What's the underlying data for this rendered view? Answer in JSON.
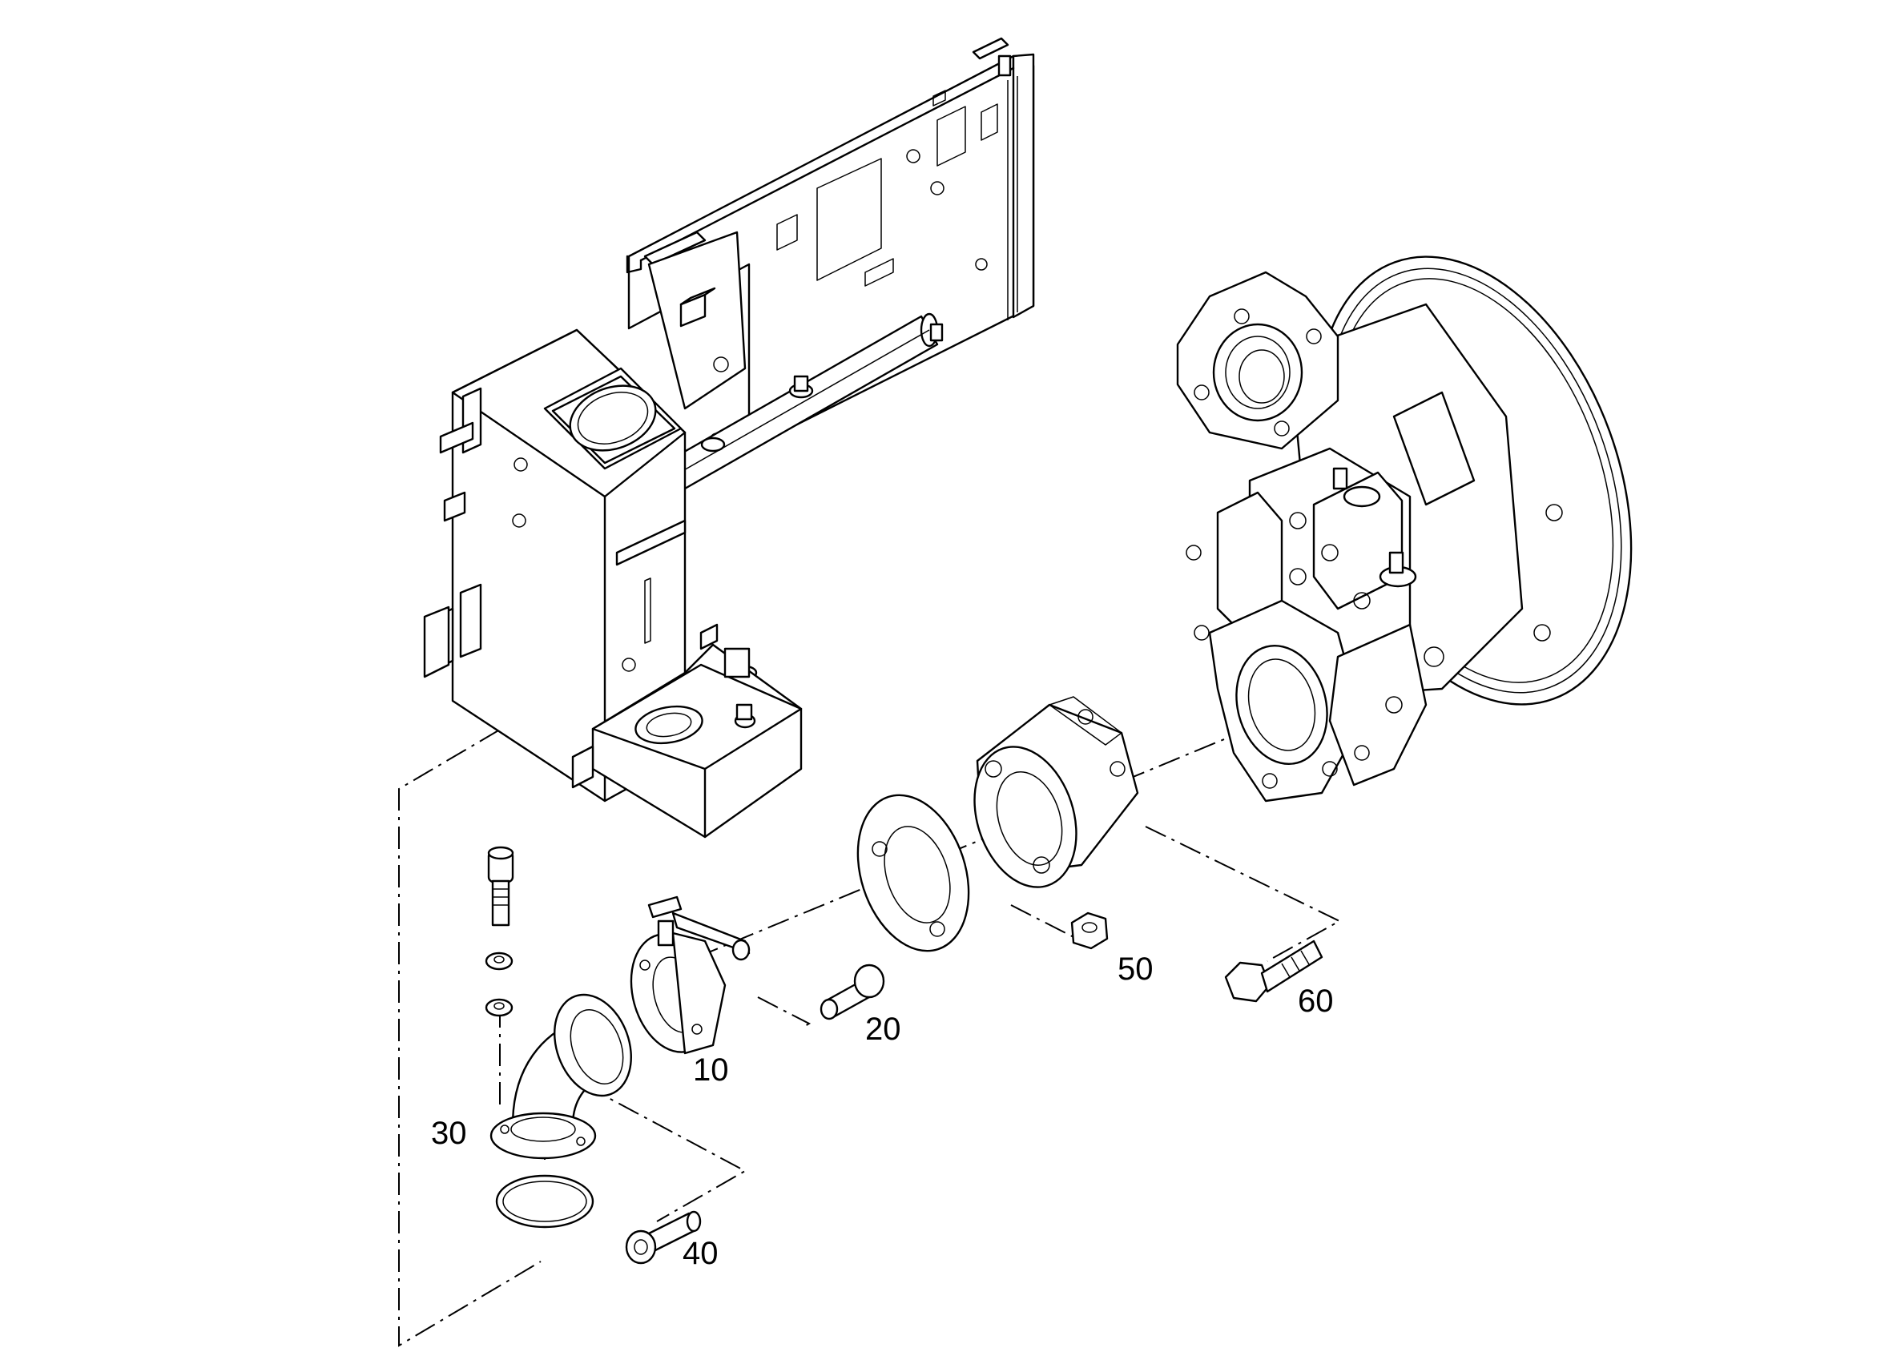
{
  "diagram": {
    "part_labels": [
      {
        "id": "10",
        "text": "10"
      },
      {
        "id": "20",
        "text": "20"
      },
      {
        "id": "30",
        "text": "30"
      },
      {
        "id": "40",
        "text": "40"
      },
      {
        "id": "50",
        "text": "50"
      },
      {
        "id": "60",
        "text": "60"
      }
    ]
  }
}
